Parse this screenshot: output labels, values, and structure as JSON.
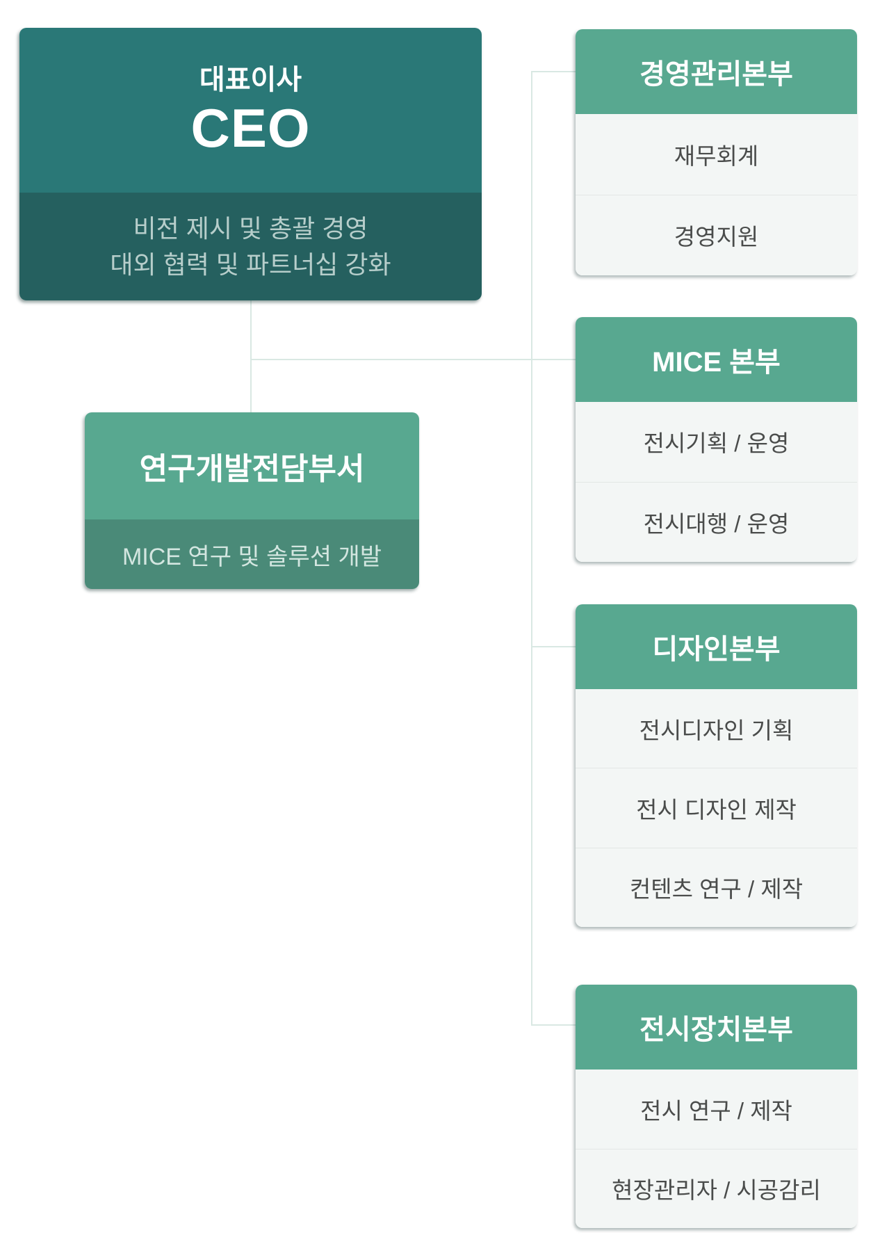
{
  "colors": {
    "ceo_top_bg": "#2a7877",
    "ceo_bottom_bg": "#25605f",
    "ceo_desc_text": "#b7cecb",
    "dept_header_bg": "#58a890",
    "rnd_bottom_bg": "#4a8a78",
    "body_bg": "#f3f6f5",
    "body_text": "#4a4c4b",
    "connector": "#d9e8e3"
  },
  "ceo": {
    "title_ko": "대표이사",
    "title_en": "CEO",
    "description_lines": [
      "비전 제시 및 총괄 경영",
      "대외 협력 및 파트너십 강화"
    ]
  },
  "rnd": {
    "title": "연구개발전담부서",
    "subtitle": "MICE 연구 및 솔루션 개발"
  },
  "departments": [
    {
      "title": "경영관리본부",
      "items": [
        "재무회계",
        "경영지원"
      ]
    },
    {
      "title": "MICE 본부",
      "items": [
        "전시기획 / 운영",
        "전시대행 / 운영"
      ]
    },
    {
      "title": "디자인본부",
      "items": [
        "전시디자인 기획",
        "전시 디자인 제작",
        "컨텐츠 연구 / 제작"
      ]
    },
    {
      "title": "전시장치본부",
      "items": [
        "전시 연구 / 제작",
        "현장관리자 / 시공감리"
      ]
    }
  ]
}
